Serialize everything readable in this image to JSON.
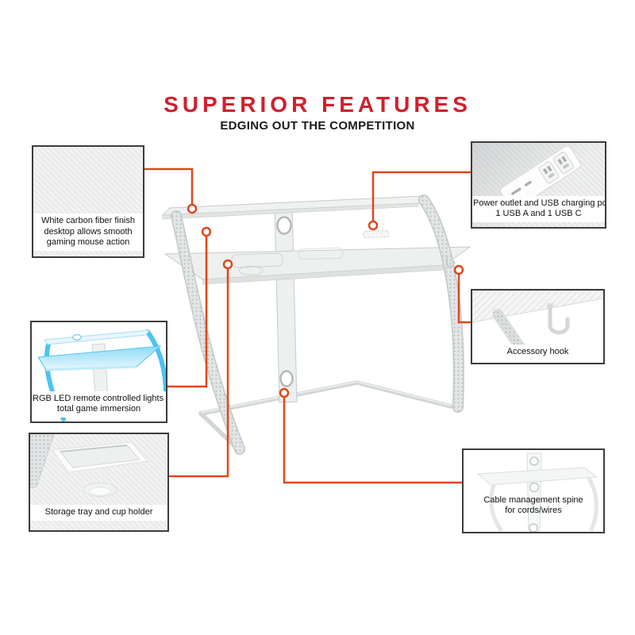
{
  "header": {
    "title": "SUPERIOR FEATURES",
    "subtitle": "EDGING OUT THE COMPETITION"
  },
  "colors": {
    "accent": "#e2461b",
    "title_red": "#d21f2c",
    "box_border": "#3c3c3c",
    "desk_surface": "#eef0f0",
    "rgb_glow_blue": "#4cc3f0"
  },
  "callouts": {
    "carbon": {
      "lines": [
        "White carbon fiber finish",
        "desktop allows smooth",
        "gaming mouse action"
      ]
    },
    "power": {
      "lines": [
        "Power outlet and USB charging ports",
        "1 USB A and 1 USB C"
      ]
    },
    "rgb": {
      "lines": [
        "RGB LED remote controlled lights for",
        "total game immersion"
      ]
    },
    "storage": {
      "lines": [
        "Storage tray and cup holder"
      ]
    },
    "hook": {
      "lines": [
        "Accessory hook"
      ]
    },
    "cable": {
      "lines": [
        "Cable management spine",
        "for cords/wires"
      ]
    }
  }
}
